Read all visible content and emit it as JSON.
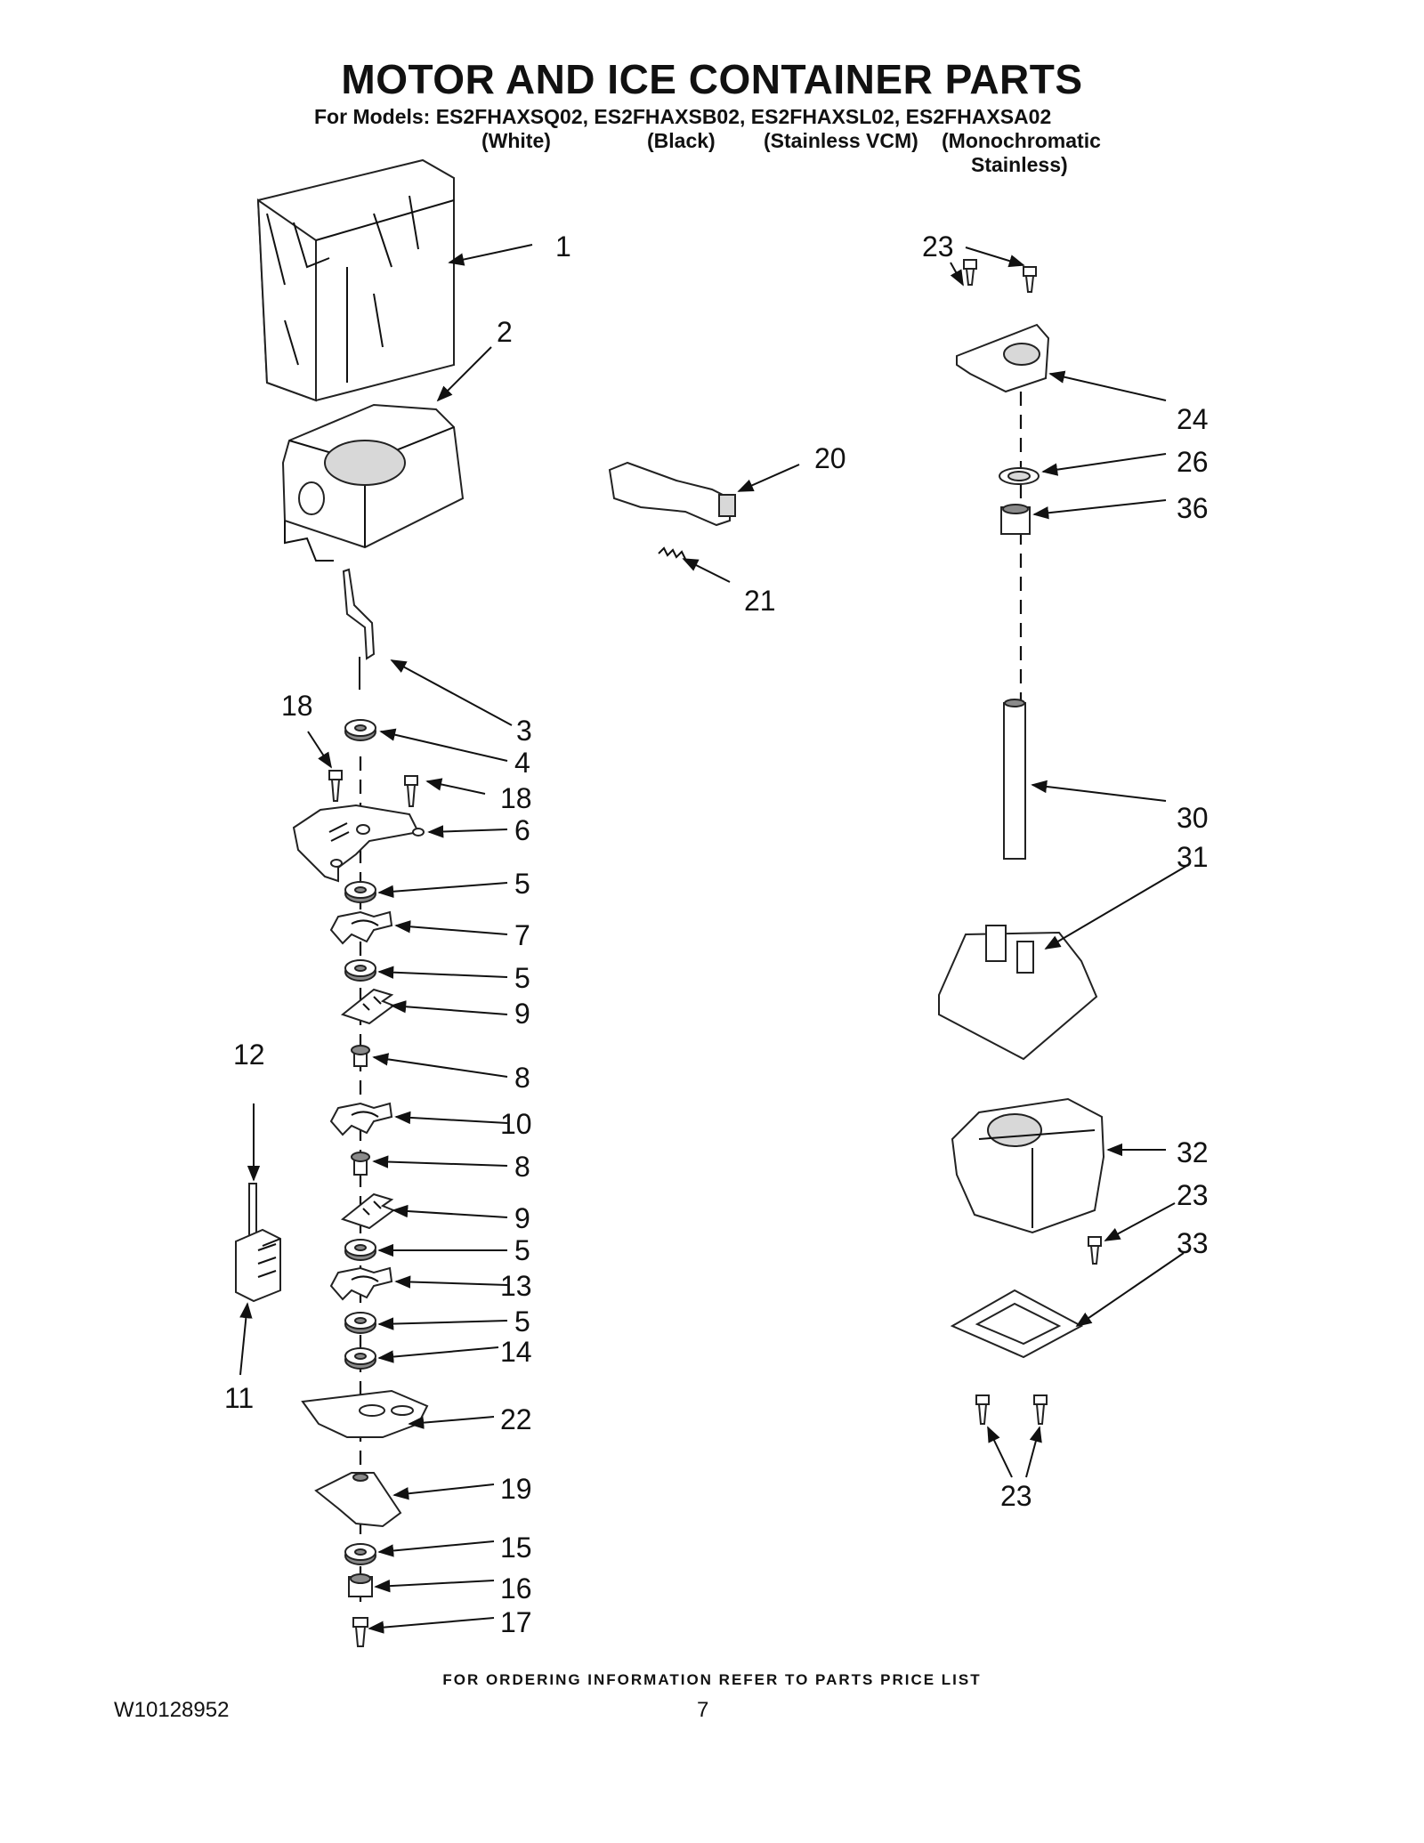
{
  "header": {
    "title": "MOTOR AND ICE CONTAINER PARTS",
    "models_line": "For Models: ES2FHAXSQ02, ES2FHAXSB02, ES2FHAXSL02, ES2FHAXSA02",
    "model_colors": [
      "(White)",
      "(Black)",
      "(Stainless VCM)",
      "(Monochromatic",
      "Stainless)"
    ]
  },
  "footer": {
    "ordering_note": "FOR ORDERING INFORMATION REFER TO PARTS PRICE LIST",
    "document_id": "W10128952",
    "page_number": "7"
  },
  "callouts": {
    "c1": "1",
    "c2": "2",
    "c3": "3",
    "c4": "4",
    "c5a": "5",
    "c5b": "5",
    "c5c": "5",
    "c5d": "5",
    "c6": "6",
    "c7": "7",
    "c8a": "8",
    "c8b": "8",
    "c9a": "9",
    "c9b": "9",
    "c10": "10",
    "c11": "11",
    "c12": "12",
    "c13": "13",
    "c14": "14",
    "c15": "15",
    "c16": "16",
    "c17": "17",
    "c18a": "18",
    "c18b": "18",
    "c19": "19",
    "c20": "20",
    "c21": "21",
    "c22": "22",
    "c23a": "23",
    "c23b": "23",
    "c23c": "23",
    "c24": "24",
    "c26": "26",
    "c30": "30",
    "c31": "31",
    "c32": "32",
    "c33": "33",
    "c36": "36"
  }
}
